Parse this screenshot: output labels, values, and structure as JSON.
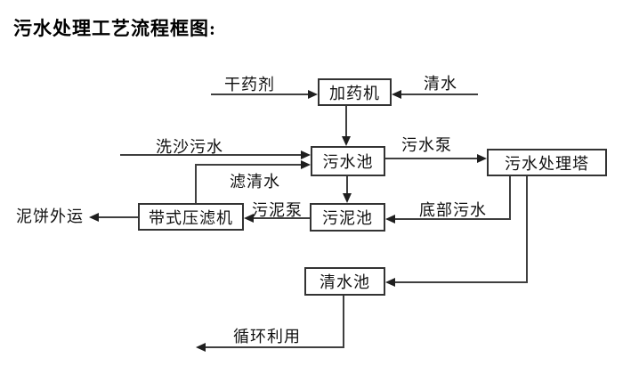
{
  "page": {
    "title": "污水处理工艺流程框图:"
  },
  "palette": {
    "line_color": "#3f3f3f",
    "box_border_color": "#333333",
    "text_color": "#111111",
    "background": "#ffffff"
  },
  "nodes": [
    {
      "id": "dosing-machine",
      "label": "加药机"
    },
    {
      "id": "sewage-pool",
      "label": "污水池"
    },
    {
      "id": "sewage-treatment-tower",
      "label": "污水处理塔"
    },
    {
      "id": "sludge-pool",
      "label": "污泥池"
    },
    {
      "id": "belt-filter-press",
      "label": "带式压滤机"
    },
    {
      "id": "clear-water-pool",
      "label": "清水池"
    }
  ],
  "flow_labels": [
    {
      "id": "dry-agent",
      "text": "干药剂"
    },
    {
      "id": "clear-water",
      "text": "清水"
    },
    {
      "id": "sand-washing-sewage",
      "text": "洗沙污水"
    },
    {
      "id": "sewage-pump",
      "text": "污水泵"
    },
    {
      "id": "filtered-clear-water",
      "text": "滤清水"
    },
    {
      "id": "bottom-sewage",
      "text": "底部污水"
    },
    {
      "id": "sludge-pump",
      "text": "污泥泵"
    },
    {
      "id": "mud-cake-out",
      "text": "泥饼外运"
    },
    {
      "id": "recycling-use",
      "text": "循环利用"
    }
  ]
}
